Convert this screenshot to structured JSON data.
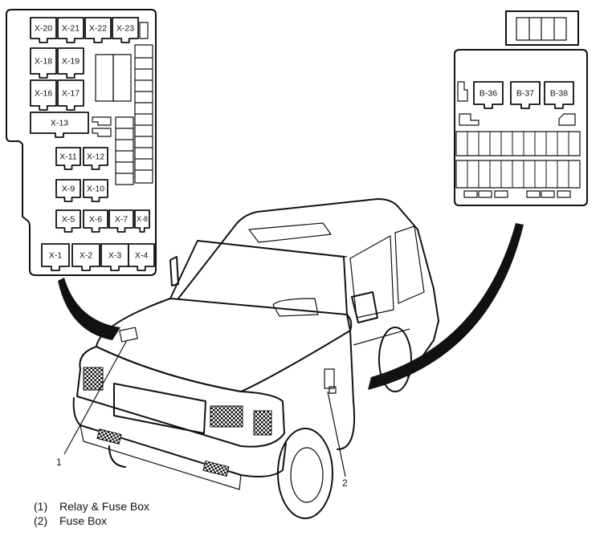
{
  "relay_fuse_box": {
    "relays": [
      {
        "id": "X-20"
      },
      {
        "id": "X-21"
      },
      {
        "id": "X-22"
      },
      {
        "id": "X-23"
      },
      {
        "id": "X-18"
      },
      {
        "id": "X-19"
      },
      {
        "id": "X-16"
      },
      {
        "id": "X-17"
      },
      {
        "id": "X-13"
      },
      {
        "id": "X-11"
      },
      {
        "id": "X-12"
      },
      {
        "id": "X-9"
      },
      {
        "id": "X-10"
      },
      {
        "id": "X-5"
      },
      {
        "id": "X-6"
      },
      {
        "id": "X-7"
      },
      {
        "id": "X-8"
      },
      {
        "id": "X-1"
      },
      {
        "id": "X-2"
      },
      {
        "id": "X-3"
      },
      {
        "id": "X-4"
      }
    ]
  },
  "fuse_box": {
    "relays": [
      {
        "id": "B-36"
      },
      {
        "id": "B-37"
      },
      {
        "id": "B-38"
      }
    ]
  },
  "callouts": [
    {
      "num": "1"
    },
    {
      "num": "2"
    }
  ],
  "legend": [
    {
      "num": "(1)",
      "label": "Relay & Fuse Box"
    },
    {
      "num": "(2)",
      "label": "Fuse Box"
    }
  ]
}
